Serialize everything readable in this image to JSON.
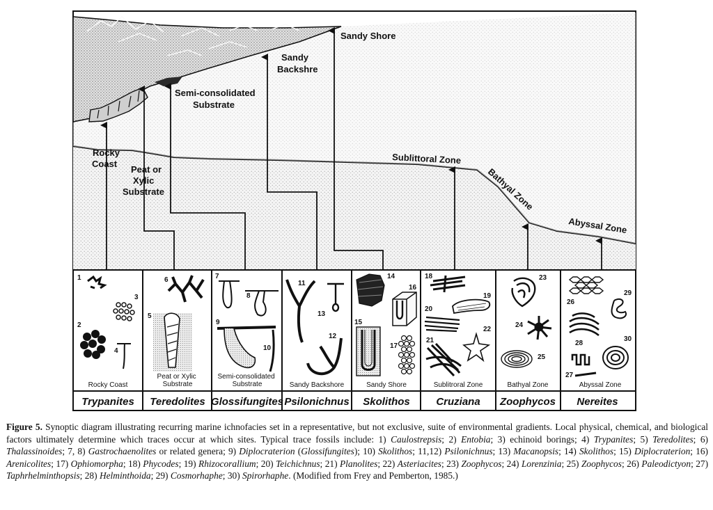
{
  "environments": {
    "sandy_shore": "Sandy Shore",
    "sandy_backshore": [
      "Sandy",
      "Backshre"
    ],
    "semi_consolidated": [
      "Semi-consolidated",
      "Substrate"
    ],
    "rocky_coast": [
      "Rocky",
      "Coast"
    ],
    "peat": [
      "Peat or",
      "Xylic",
      "Substrate"
    ],
    "sublittoral": "Sublittoral Zone",
    "bathyal": "Bathyal Zone",
    "abyssal": "Abyssal Zone"
  },
  "panels": [
    {
      "name": "Trypanites",
      "label": [
        "Rocky Coast"
      ],
      "numbers": [
        "1",
        "2",
        "3",
        "4"
      ]
    },
    {
      "name": "Teredolites",
      "label": [
        "Peat or Xylic",
        "Substrate"
      ],
      "numbers": [
        "5",
        "6"
      ]
    },
    {
      "name": "Glossifungites",
      "label": [
        "Semi-consolidated",
        "Substrate"
      ],
      "numbers": [
        "7",
        "8",
        "9",
        "10"
      ]
    },
    {
      "name": "Psilonichnus",
      "label": [
        "Sandy Backshore"
      ],
      "numbers": [
        "11",
        "12",
        "13"
      ]
    },
    {
      "name": "Skolithos",
      "label": [
        "Sandy Shore"
      ],
      "numbers": [
        "14",
        "15",
        "16",
        "17"
      ]
    },
    {
      "name": "Cruziana",
      "label": [
        "Sublitroral Zone"
      ],
      "numbers": [
        "18",
        "19",
        "20",
        "21",
        "22"
      ]
    },
    {
      "name": "Zoophycos",
      "label": [
        "Bathyal Zone"
      ],
      "numbers": [
        "23",
        "24",
        "25"
      ]
    },
    {
      "name": "Nereites",
      "label": [
        "Abyssal Zone"
      ],
      "numbers": [
        "26",
        "27",
        "28",
        "29",
        "30"
      ]
    }
  ],
  "caption": {
    "label": "Figure 5.",
    "segments": [
      {
        "t": " Synoptic diagram illustrating recurring marine ichnofacies set in a representative, but not exclusive, suite of environmental gradients.  Local physical, chemical, and biological factors ultimately determine which traces occur at which sites.  Typical trace fossils include:  1) "
      },
      {
        "t": "Caulostrepsis",
        "i": true
      },
      {
        "t": "; 2) "
      },
      {
        "t": "Entobia",
        "i": true
      },
      {
        "t": "; 3) echinoid borings; 4) "
      },
      {
        "t": "Trypanites",
        "i": true
      },
      {
        "t": "; 5) "
      },
      {
        "t": "Teredolites",
        "i": true
      },
      {
        "t": "; 6) "
      },
      {
        "t": "Thalassinoides",
        "i": true
      },
      {
        "t": "; 7, 8) "
      },
      {
        "t": "Gastrochaenolites",
        "i": true
      },
      {
        "t": " or related genera; 9) "
      },
      {
        "t": "Diplocraterion",
        "i": true
      },
      {
        "t": " ("
      },
      {
        "t": "Glossifungites",
        "i": true
      },
      {
        "t": "); 10) "
      },
      {
        "t": "Skolithos",
        "i": true
      },
      {
        "t": "; 11,12) "
      },
      {
        "t": "Psilonichnus",
        "i": true
      },
      {
        "t": "; 13) "
      },
      {
        "t": "Macanopsis",
        "i": true
      },
      {
        "t": "; 14) "
      },
      {
        "t": "Skolithos",
        "i": true
      },
      {
        "t": "; 15) "
      },
      {
        "t": "Diplocraterion",
        "i": true
      },
      {
        "t": "; 16) "
      },
      {
        "t": "Arenicolites",
        "i": true
      },
      {
        "t": "; 17) "
      },
      {
        "t": "Ophiomorpha",
        "i": true
      },
      {
        "t": "; 18) "
      },
      {
        "t": "Phycodes",
        "i": true
      },
      {
        "t": "; 19) "
      },
      {
        "t": "Rhizocorallium",
        "i": true
      },
      {
        "t": "; 20) "
      },
      {
        "t": "Teichichnus",
        "i": true
      },
      {
        "t": "; 21) "
      },
      {
        "t": "Planolites",
        "i": true
      },
      {
        "t": "; 22) "
      },
      {
        "t": "Asteriacites",
        "i": true
      },
      {
        "t": "; 23) "
      },
      {
        "t": "Zoophycos",
        "i": true
      },
      {
        "t": "; 24) "
      },
      {
        "t": "Lorenzinia",
        "i": true
      },
      {
        "t": "; 25) "
      },
      {
        "t": "Zoophycos",
        "i": true
      },
      {
        "t": "; 26) "
      },
      {
        "t": "Paleodictyon",
        "i": true
      },
      {
        "t": "; 27) "
      },
      {
        "t": "Taphrhelminthopsis",
        "i": true
      },
      {
        "t": "; 28) "
      },
      {
        "t": "Helminthoida",
        "i": true
      },
      {
        "t": "; 29) "
      },
      {
        "t": "Cosmorhaphe",
        "i": true
      },
      {
        "t": "; 30) "
      },
      {
        "t": "Spirorhaphe",
        "i": true
      },
      {
        "t": ".  (Modified from Frey and Pemberton, 1985.)"
      }
    ]
  },
  "colors": {
    "ink": "#111111",
    "sea_stipple": "#bdbdbd",
    "land_stipple": "#9a9a9a"
  }
}
